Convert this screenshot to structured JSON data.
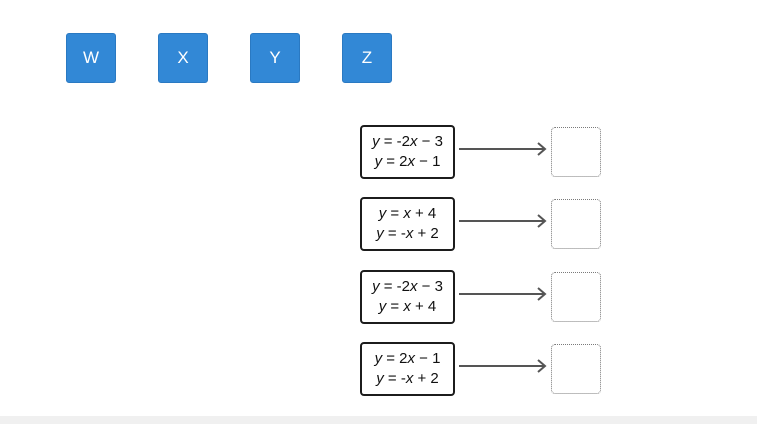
{
  "tiles": [
    {
      "label": "W"
    },
    {
      "label": "X"
    },
    {
      "label": "Y"
    },
    {
      "label": "Z"
    }
  ],
  "rows": [
    {
      "line1": [
        {
          "t": "y",
          "v": true
        },
        {
          "t": " = -2",
          "v": false
        },
        {
          "t": "x",
          "v": true
        },
        {
          "t": " − 3",
          "v": false
        }
      ],
      "line2": [
        {
          "t": "y",
          "v": true
        },
        {
          "t": " = 2",
          "v": false
        },
        {
          "t": "x",
          "v": true
        },
        {
          "t": " − 1",
          "v": false
        }
      ]
    },
    {
      "line1": [
        {
          "t": "y",
          "v": true
        },
        {
          "t": " = ",
          "v": false
        },
        {
          "t": "x",
          "v": true
        },
        {
          "t": " + 4",
          "v": false
        }
      ],
      "line2": [
        {
          "t": "y",
          "v": true
        },
        {
          "t": " = -",
          "v": false
        },
        {
          "t": "x",
          "v": true
        },
        {
          "t": " + 2",
          "v": false
        }
      ]
    },
    {
      "line1": [
        {
          "t": "y",
          "v": true
        },
        {
          "t": " = -2",
          "v": false
        },
        {
          "t": "x",
          "v": true
        },
        {
          "t": " − 3",
          "v": false
        }
      ],
      "line2": [
        {
          "t": "y",
          "v": true
        },
        {
          "t": " = ",
          "v": false
        },
        {
          "t": "x",
          "v": true
        },
        {
          "t": " + 4",
          "v": false
        }
      ]
    },
    {
      "line1": [
        {
          "t": "y",
          "v": true
        },
        {
          "t": " = 2",
          "v": false
        },
        {
          "t": "x",
          "v": true
        },
        {
          "t": " − 1",
          "v": false
        }
      ],
      "line2": [
        {
          "t": "y",
          "v": true
        },
        {
          "t": " = -",
          "v": false
        },
        {
          "t": "x",
          "v": true
        },
        {
          "t": " + 2",
          "v": false
        }
      ]
    }
  ],
  "colors": {
    "tile_blue": "#3288d6",
    "box_border": "#1c1c1c",
    "arrow": "#555555",
    "drop_border": "#7a7a7a"
  }
}
